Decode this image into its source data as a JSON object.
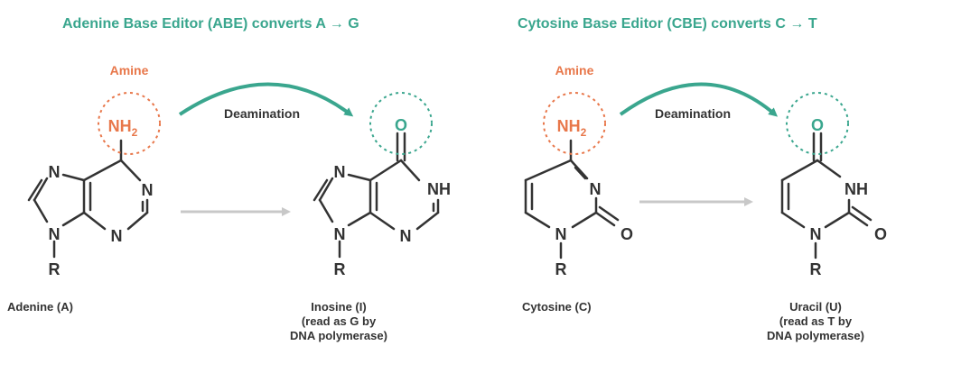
{
  "titles": {
    "abe": "Adenine Base Editor (ABE) converts A → G",
    "cbe": "Cytosine Base Editor (CBE) converts C → T"
  },
  "annotations": {
    "amine": "Amine",
    "deamination": "Deamination"
  },
  "atoms": {
    "nh2": "NH",
    "nh2_sub": "2",
    "n": "N",
    "nh": "NH",
    "o": "O",
    "r": "R"
  },
  "labels": {
    "adenine": "Adenine (A)",
    "inosine": [
      "Inosine (I)",
      "(read as G by",
      "DNA polymerase)"
    ],
    "cytosine": "Cytosine (C)",
    "uracil": [
      "Uracil (U)",
      "(read as T by",
      "DNA polymerase)"
    ]
  },
  "colors": {
    "teal": "#3aa68e",
    "orange": "#e8774a",
    "bond": "#333333",
    "arrow_gray": "#c8c8c8"
  }
}
